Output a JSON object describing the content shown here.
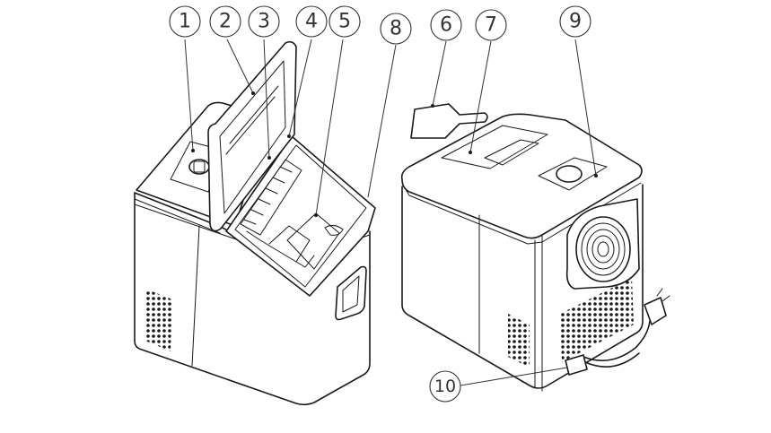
{
  "callouts": [
    {
      "id": "c1",
      "label": "1"
    },
    {
      "id": "c2",
      "label": "2"
    },
    {
      "id": "c3",
      "label": "3"
    },
    {
      "id": "c4",
      "label": "4"
    },
    {
      "id": "c5",
      "label": "5"
    },
    {
      "id": "c8",
      "label": "8"
    },
    {
      "id": "c6",
      "label": "6"
    },
    {
      "id": "c7",
      "label": "7"
    },
    {
      "id": "c9",
      "label": "9"
    },
    {
      "id": "c10",
      "label": "10"
    }
  ],
  "colors": {
    "line": "#1a1a1a",
    "callout": "#333333",
    "background": "#ffffff"
  }
}
